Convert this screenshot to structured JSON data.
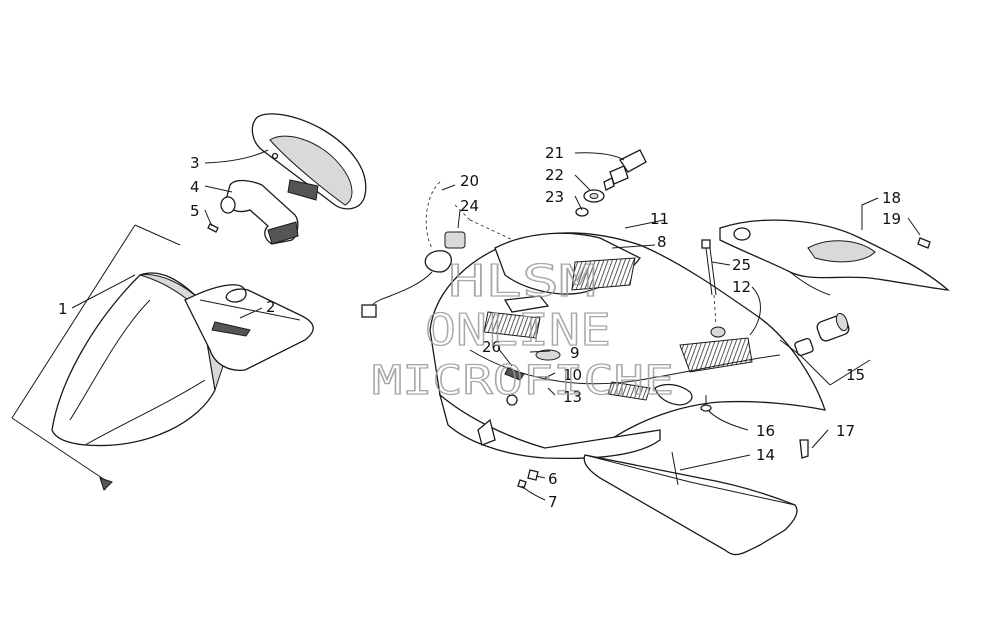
{
  "callouts": [
    "1",
    "2",
    "3",
    "4",
    "5",
    "6",
    "7",
    "8",
    "9",
    "10",
    "11",
    "12",
    "13",
    "14",
    "15",
    "16",
    "17",
    "18",
    "19",
    "20",
    "21",
    "22",
    "23",
    "24",
    "25",
    "26"
  ],
  "watermark": {
    "line1": "HLSM",
    "line2": "ONLINE",
    "line3": "MICROFICHE"
  },
  "colors": {
    "line": "#1a1a1a",
    "watermark": "#9a9a9a",
    "background": "#ffffff"
  }
}
